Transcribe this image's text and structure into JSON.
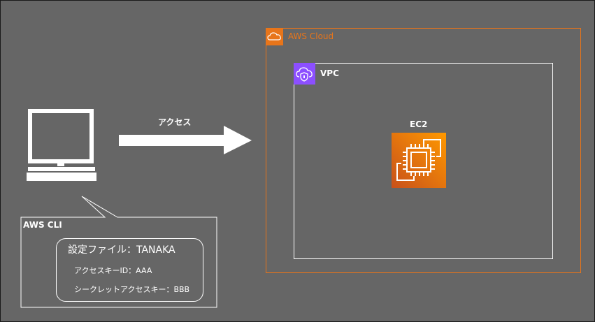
{
  "cloud": {
    "label": "AWS Cloud",
    "color": "#e8751a",
    "icon": "aws-cloud-icon"
  },
  "vpc": {
    "label": "VPC",
    "color": "#8c4fff",
    "icon": "vpc-shield-cloud-icon"
  },
  "ec2": {
    "label": "EC2",
    "icon": "ec2-chip-icon"
  },
  "client": {
    "icon": "desktop-computer-icon"
  },
  "access_arrow": {
    "label": "アクセス"
  },
  "cli": {
    "title": "AWS CLI",
    "profile": "設定ファイル：TANAKA",
    "access_key": "アクセスキーID：AAA",
    "secret_key": "シークレットアクセスキー：BBB"
  }
}
